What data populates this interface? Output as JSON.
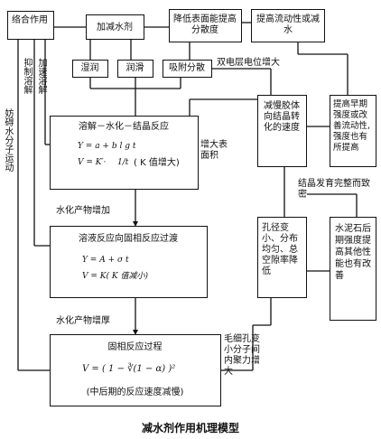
{
  "nodes": {
    "complex": "络合作用",
    "add_reducer": "加减水剂",
    "reduce_energy": "降低表面能提高分散度",
    "raise_fluidity": "提高流动性或减水",
    "wetting": "湿润",
    "lubrication": "润滑",
    "adsorption": "吸附分散",
    "slow_gel": "减慢胶体向结晶转化的速度",
    "early_strength": "提高早期强度或改善流动性,强度也有所提高",
    "dissolution": {
      "title": "溶解－水化－结晶反应",
      "f1": "Y = a + b l g t",
      "f2_a": "V = K′·",
      "f2_b": "1/t",
      "f2_c": "( K 值增大)"
    },
    "solution_to_solid": {
      "title": "溶液反应向固相反应过渡",
      "f1": "Y = A + σ t",
      "f2": "V = K( K 值减小)"
    },
    "solid_phase": {
      "title": "固相反应过程",
      "f1": "V = ( 1 − ∛(1 − α) )²",
      "note": "(中后期的反应速度减慢)"
    },
    "pore": "孔径变小、分布均匀、总空隙率降低",
    "late_strength": "水泥石后期强度提高其他性能也有改善"
  },
  "labels": {
    "accelerate_dissolve": "加速溶解",
    "inhibit_dissolve": "抑制溶解",
    "hinder_molecules": "妨碍水分子运动",
    "double_layer": "双电层电位增大",
    "increase_area": "增大表面积",
    "hydration_increase": "水化产物增加",
    "hydration_thicken": "水化产物增厚",
    "crystal_dense": "结晶发育完整而致密",
    "capillary": "毛细孔变小分子间内聚力增大"
  },
  "caption": "减水剂作用机理模型"
}
